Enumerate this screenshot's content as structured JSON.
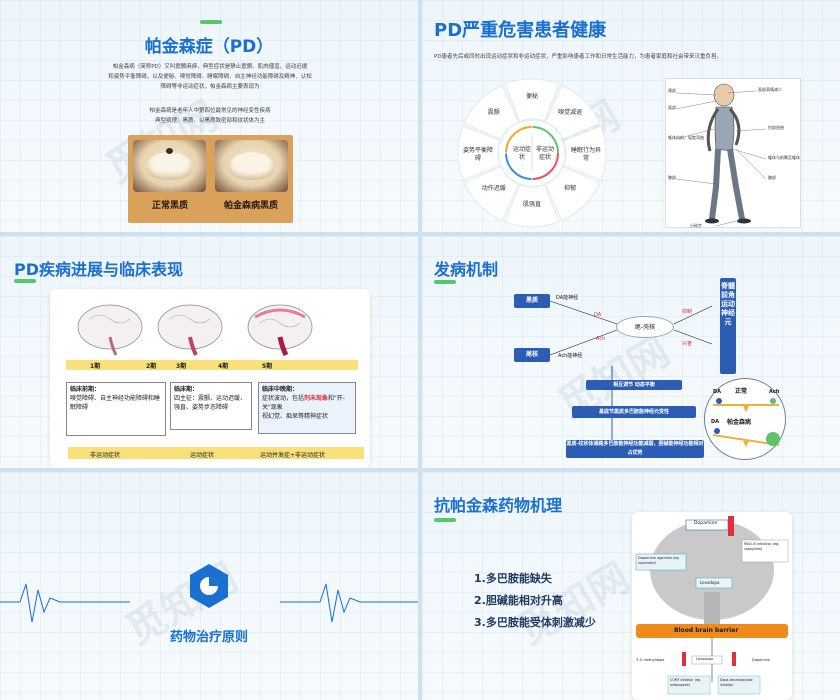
{
  "s1": {
    "title": "帕金森症（PD）",
    "para1_l1": "帕金森病（简称PD）又叫震颤麻痹，典型症状是静止震颤、肌肉僵直、运动迟缓",
    "para1_l2": "和姿势平衡障碍，以及便秘、嗅觉障碍、睡眠障碍、自主神经功能障碍及精神、认知",
    "para1_l3": "障碍等非运动症状。帕金森病主要表现为",
    "para2_l1": "帕金森病是老年人中第四位最常见的神经变性疾病",
    "para2_l2": "典型病理：黑质、以黑质致密部和纹状体为主",
    "label_normal": "正常黑质",
    "label_pd": "帕金森病黑质"
  },
  "s2": {
    "title": "PD严重危害患者健康",
    "para": "PD患者先后或同时出现运动症状和非运动症状，严重影响患者工作和日常生活能力，为患者家庭和社会带来沉重负担。",
    "wheel_items": [
      "便秘",
      "嗅觉减退",
      "睡眠行为异常",
      "抑郁",
      "肌强直",
      "动作迟缓",
      "姿势平衡障碍",
      "震颤"
    ],
    "center_left": "运动症状",
    "center_right": "非运动症状",
    "man_labels_left": [
      "颈部",
      "面部",
      "躯体向前、轻度弯曲",
      "膝部"
    ],
    "man_labels_right": [
      "面部表情减少",
      "肘部屈曲",
      "躯体与前臂至躯体",
      "腕部",
      "小碎步"
    ]
  },
  "s3": {
    "title": "PD疾病进展与临床表现",
    "stages": [
      "1期",
      "2期",
      "3期",
      "4期",
      "5期"
    ],
    "early_title": "临床前期：",
    "early_items": [
      "嗅觉障碍、自主神经功能障碍和睡眠障碍"
    ],
    "mid_title": "临床期：",
    "mid_items": [
      "四主征：震颤、运动迟缓、强直、姿势步态障碍"
    ],
    "late_title": "临床中晚期：",
    "late_item1a": "症状波动，包括",
    "late_item1b": "剂末现象",
    "late_item1c": "和\"开-关\"现象",
    "late_item2": "视幻觉、痴呆等精神症状",
    "bottom": [
      "非运动症状",
      "运动症状",
      "运动并发症+非运动症状"
    ]
  },
  "s4": {
    "title": "发病机制",
    "box1": "黑质",
    "box2": "尾核",
    "center_oval": "尾-壳核",
    "da_label": "DA能神经",
    "ach_label": "Ach能神经",
    "da_red": "DA",
    "ach_red": "Ach",
    "inhibit": "抑制",
    "excite": "兴奋",
    "right_col": "脊髓前角运动神经元",
    "b1": "相互调节 动态平衡",
    "b2": "基底节黑质多巴胺能神经元变性",
    "b3": "黑质-纹状体通路多巴胺能神经功能减弱，胆碱能神经功能相对占优势",
    "normal": "正常",
    "pd": "帕金森病",
    "da": "DA",
    "ach": "Ach"
  },
  "s5": {
    "title": "药物治疗原则"
  },
  "s6": {
    "title": "抗帕金森药物机理",
    "items": [
      "1.多巴胺能缺失",
      "2.胆碱能相对升高",
      "3.多巴胺能受体刺激减少"
    ],
    "diag_dopamine": "Dopamine",
    "diag_agonists": "Dopamine agonists (eg. ropinirole)",
    "diag_levodopa": "Levodopa",
    "diag_maob": "MAO-B inhibitor (eg. rasagiline)",
    "diag_bbb": "Blood brain barrier",
    "diag_3om": "3-O methyldopa",
    "diag_levodopa2": "Levodopa",
    "diag_dopamine2": "Dopamine",
    "diag_comt": "COMT inhibitor (eg. entacapone)",
    "diag_ddc": "Dopa-decarboxylase inhibitor"
  },
  "watermark": "觅知网"
}
